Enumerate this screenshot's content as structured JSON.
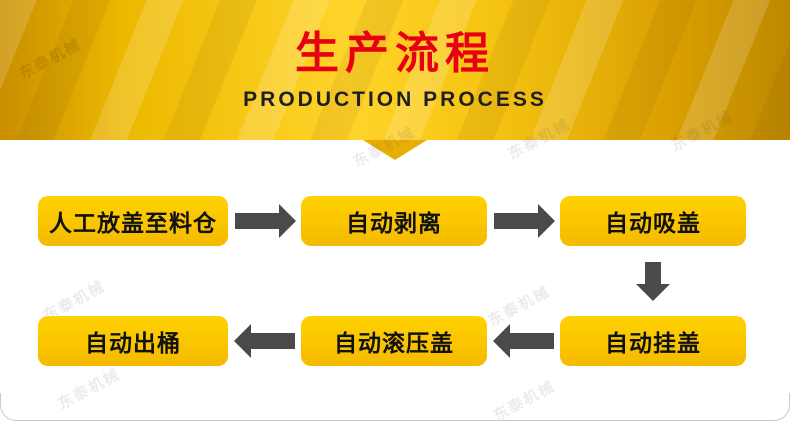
{
  "banner": {
    "title": "生产流程",
    "subtitle": "PRODUCTION PROCESS"
  },
  "watermark": {
    "text": "东泰机械"
  },
  "flow": {
    "row1": [
      {
        "label": "人工放盖至料仓"
      },
      {
        "label": "自动剥离"
      },
      {
        "label": "自动吸盖"
      }
    ],
    "row2": [
      {
        "label": "自动出桶"
      },
      {
        "label": "自动滚压盖"
      },
      {
        "label": "自动挂盖"
      }
    ]
  },
  "colors": {
    "banner_red": "#e60012",
    "subtitle_text": "#1f1f1f",
    "box_bg_top": "#ffd200",
    "box_bg_bottom": "#f5ba00",
    "box_text": "#111111",
    "arrow": "#4a4a4a"
  }
}
